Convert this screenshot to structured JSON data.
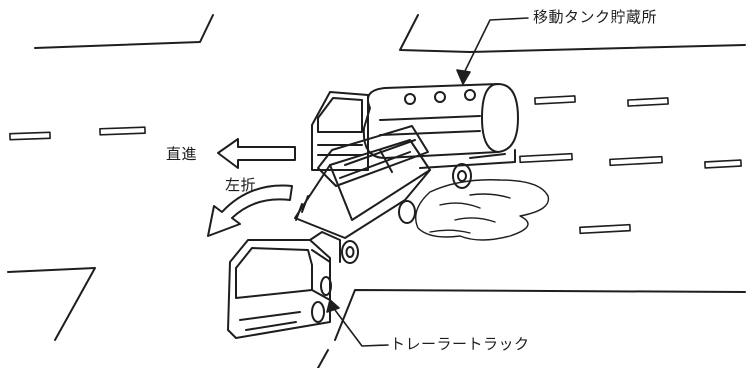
{
  "labels": {
    "tanker": "移動タンク貯蔵所",
    "straight": "直進",
    "left_turn": "左折",
    "trailer": "トレーラートラック"
  },
  "colors": {
    "ink": "#1e1e1e",
    "background": "#ffffff"
  }
}
